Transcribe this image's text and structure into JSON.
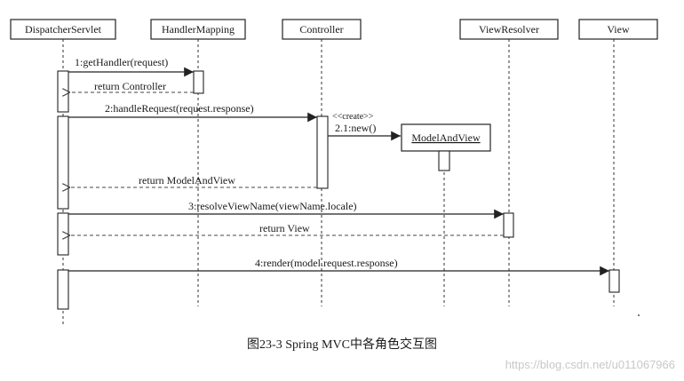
{
  "participants": {
    "dispatcher": "DispatcherServlet",
    "mapping": "HandlerMapping",
    "controller": "Controller",
    "resolver": "ViewResolver",
    "view": "View",
    "mav": "ModelAndView"
  },
  "messages": {
    "m1": "1:getHandler(request)",
    "r1": "return Controller",
    "m2": "2:handleRequest(request.response)",
    "create": "<<create>>",
    "m21": "2.1:new()",
    "r2": "return ModelAndView",
    "m3": "3:resolveViewName(viewName.locale)",
    "r3": "return View",
    "m4": "4:render(model.request.response)"
  },
  "caption": "图23-3   Spring MVC中各角色交互图",
  "watermark": "https://blog.csdn.net/u011067966"
}
